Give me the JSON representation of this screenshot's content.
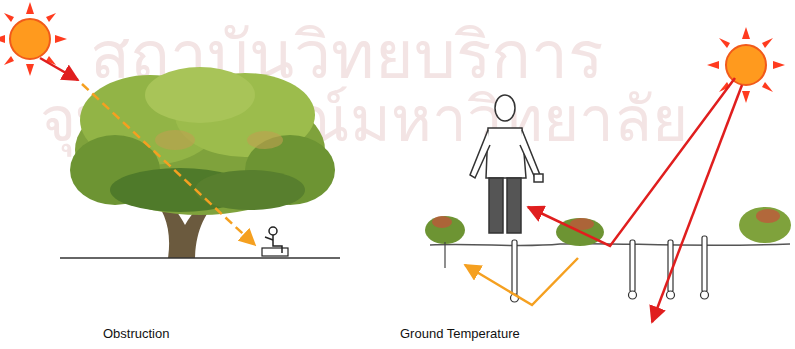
{
  "diagram": {
    "labels": [
      "สถาบันวิทยบริการ",
      "จุฬาลงกรณ์มหาวิทยาลัย",
      "Obstruction",
      "Ground Temperature"
    ]
  }
}
